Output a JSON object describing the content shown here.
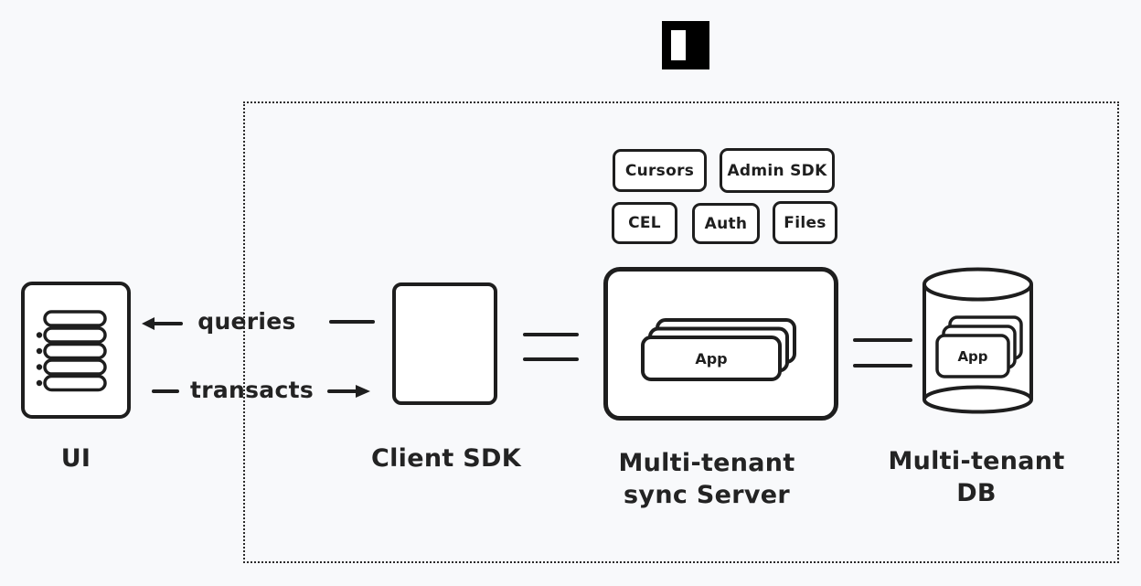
{
  "colors": {
    "background": "#f8f9fb",
    "stroke": "#1e1e1e",
    "node_fill": "#ffffff",
    "logo_bg": "#000000",
    "logo_bar": "#ffffff"
  },
  "logo": {
    "name": "instant-logo"
  },
  "badges": [
    {
      "label": "Cursors"
    },
    {
      "label": "Admin SDK"
    },
    {
      "label": "CEL"
    },
    {
      "label": "Auth"
    },
    {
      "label": "Files"
    }
  ],
  "ui_node": {
    "label": "UI"
  },
  "client_sdk_node": {
    "label": "Client SDK"
  },
  "sync_server_node": {
    "line1": "Multi-tenant",
    "line2": "sync Server",
    "app_card": "App"
  },
  "db_node": {
    "line1": "Multi-tenant",
    "line2": "DB",
    "app_card": "App"
  },
  "connections": {
    "queries": "queries",
    "transacts": "transacts"
  }
}
